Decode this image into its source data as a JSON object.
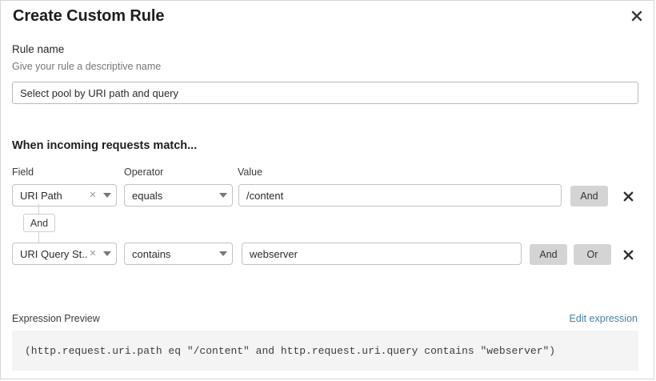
{
  "modal": {
    "title": "Create Custom Rule",
    "close_icon": "close-icon"
  },
  "rule_name": {
    "label": "Rule name",
    "hint": "Give your rule a descriptive name",
    "value": "Select pool by URI path and query",
    "placeholder": "Give your rule a descriptive name"
  },
  "conditions": {
    "section_title": "When incoming requests match...",
    "columns": {
      "field": "Field",
      "operator": "Operator",
      "value": "Value"
    },
    "connector": "And",
    "rows": [
      {
        "field": "URI Path",
        "operator": "equals",
        "value": "/content",
        "buttons": [
          "And"
        ],
        "delete_icon": "close-icon"
      },
      {
        "field": "URI Query St...",
        "operator": "contains",
        "value": "webserver",
        "buttons": [
          "And",
          "Or"
        ],
        "delete_icon": "close-icon"
      }
    ]
  },
  "expression": {
    "label": "Expression Preview",
    "edit_link": "Edit expression",
    "code": "(http.request.uri.path eq \"/content\" and http.request.uri.query contains \"webserver\")"
  },
  "colors": {
    "link": "#4a7fa5",
    "button_bg": "#d4d4d4",
    "code_bg": "#f4f4f4",
    "border": "#c2c2c2"
  }
}
